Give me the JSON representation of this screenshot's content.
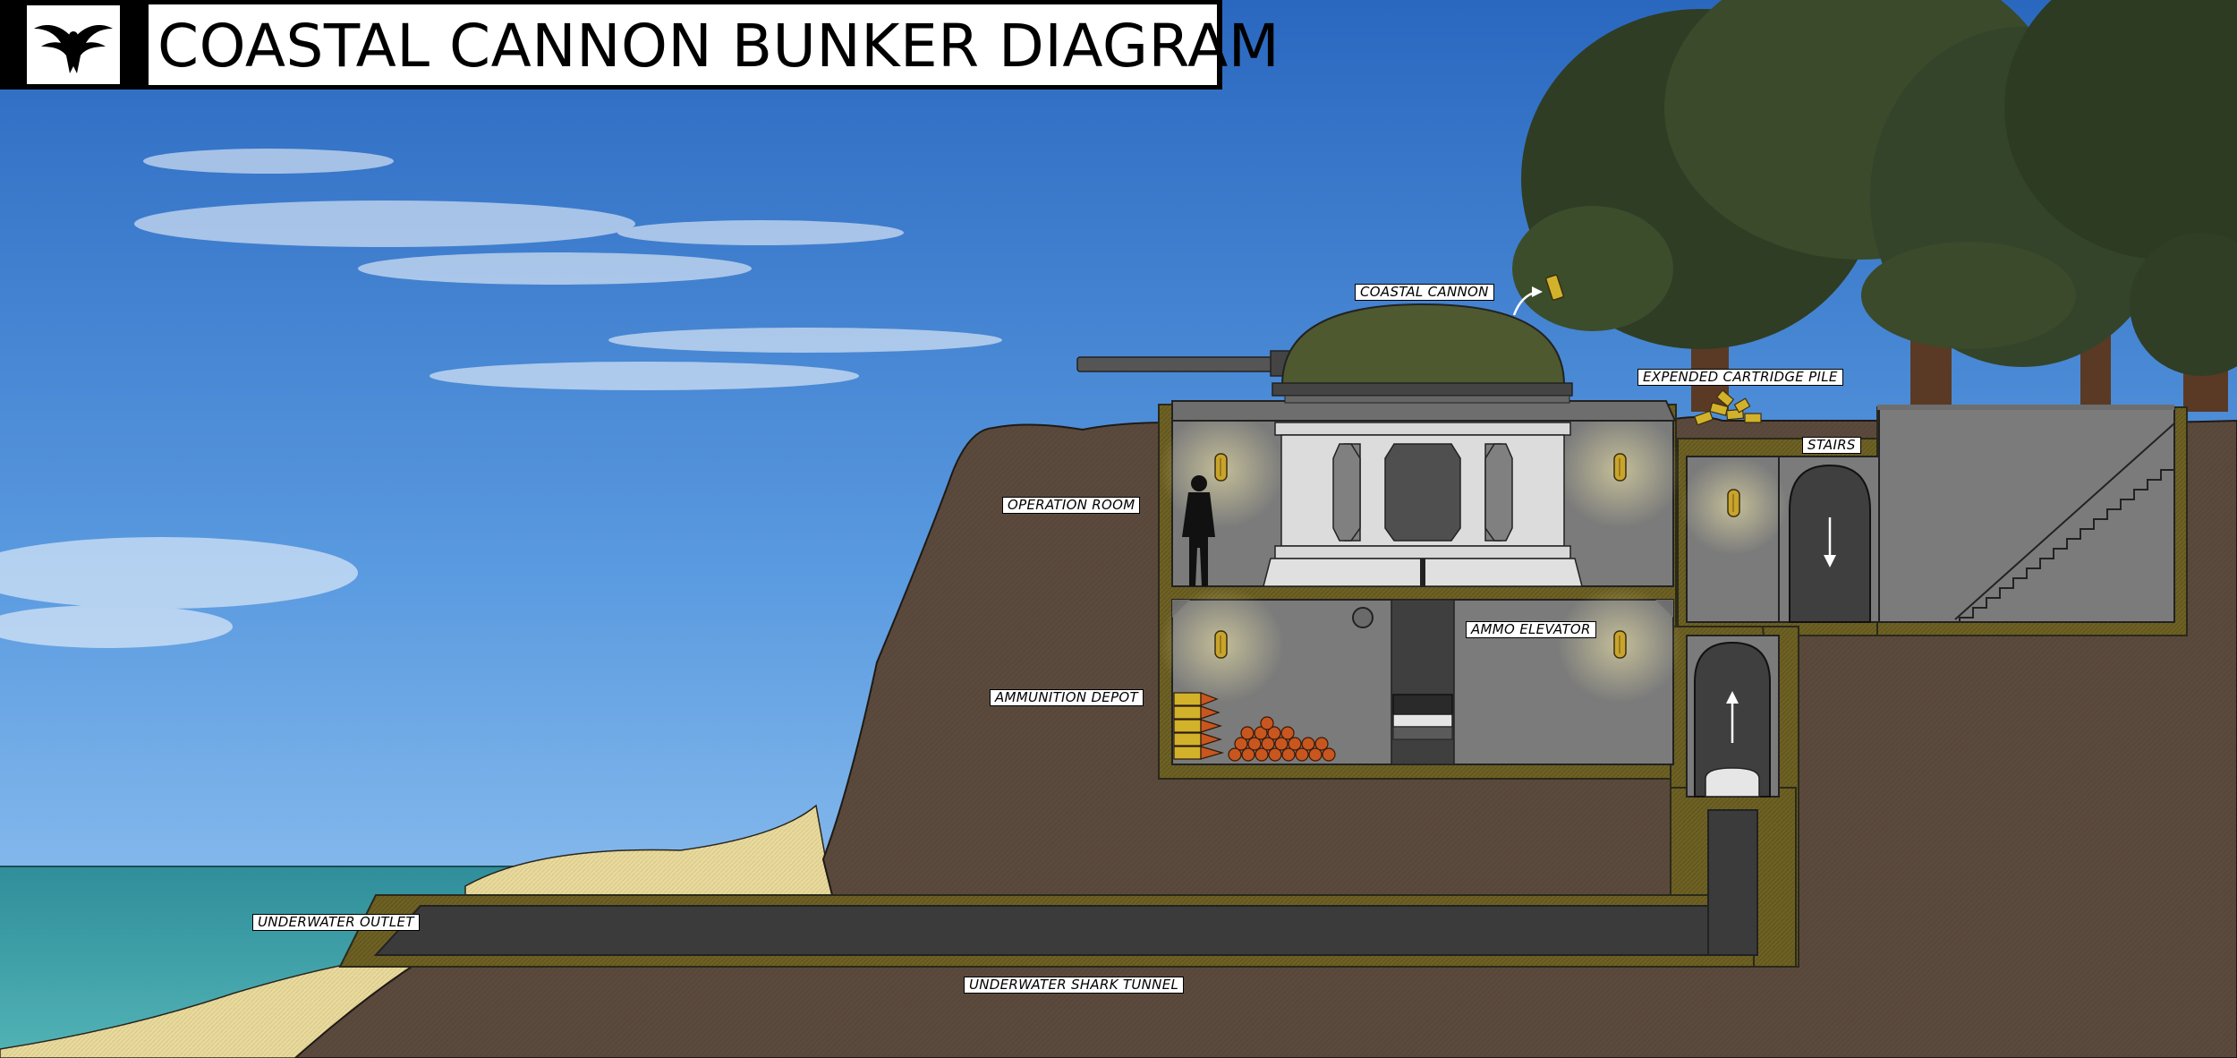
{
  "title": "COASTAL CANNON BUNKER DIAGRAM",
  "logo": {
    "icon": "eagle-icon"
  },
  "labels": {
    "coastal_cannon": "COASTAL CANNON",
    "expended_cartridge_pile": "EXPENDED CARTRIDGE PILE",
    "stairs": "STAIRS",
    "operation_room": "OPERATION ROOM",
    "ammo_elevator": "AMMO ELEVATOR",
    "ammunition_depot": "AMMUNITION DEPOT",
    "underwater_outlet": "UNDERWATER OUTLET",
    "underwater_shark_tunnel": "UNDERWATER SHARK TUNNEL"
  },
  "colors": {
    "sky_top": "#2f6fc4",
    "sky_bottom": "#8fbff0",
    "earth": "#5b4a3c",
    "sand": "#e6d79a",
    "sea": "#3d9fa8",
    "wall": "#6b5e22",
    "room": "#7b7b7b",
    "tunnel": "#3b3b3b",
    "turret": "#4e5930",
    "lamp": "#c9a42c",
    "shell": "#c8561e",
    "casing": "#d3b22b"
  }
}
